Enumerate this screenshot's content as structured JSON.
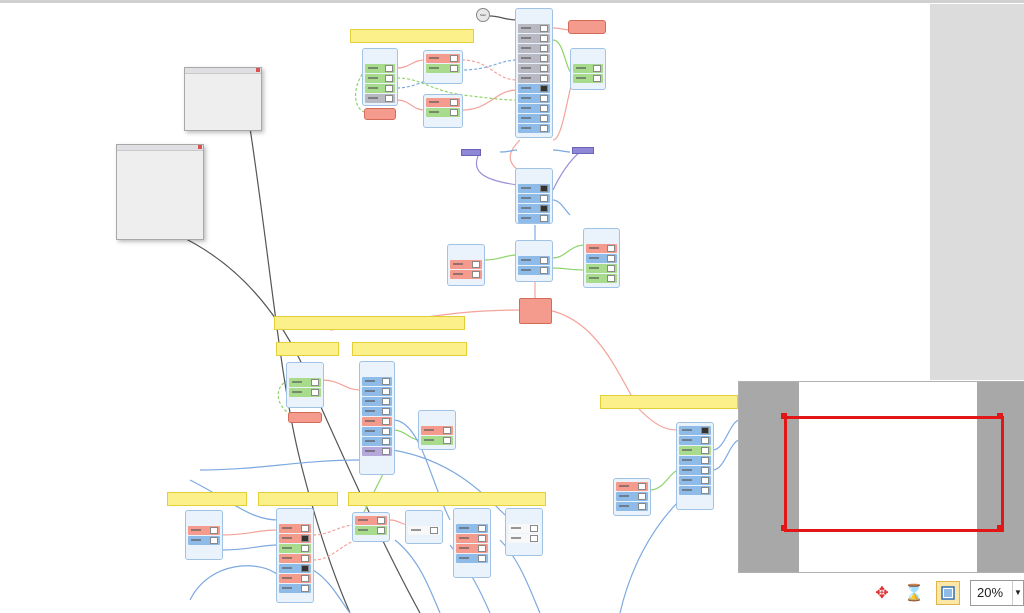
{
  "app": {
    "view": "node-graph-editor",
    "accent_color": "#e21616"
  },
  "graph": {
    "start_node_label": "Start"
  },
  "minimap": {
    "viewport_color": "#e21616"
  },
  "toolbar": {
    "pan_icon": "move-arrows-icon",
    "hourglass_icon": "hourglass-icon",
    "fit_icon": "fit-view-icon",
    "zoom_value": "20%",
    "zoom_dropdown_icon": "chevron-down-icon"
  }
}
